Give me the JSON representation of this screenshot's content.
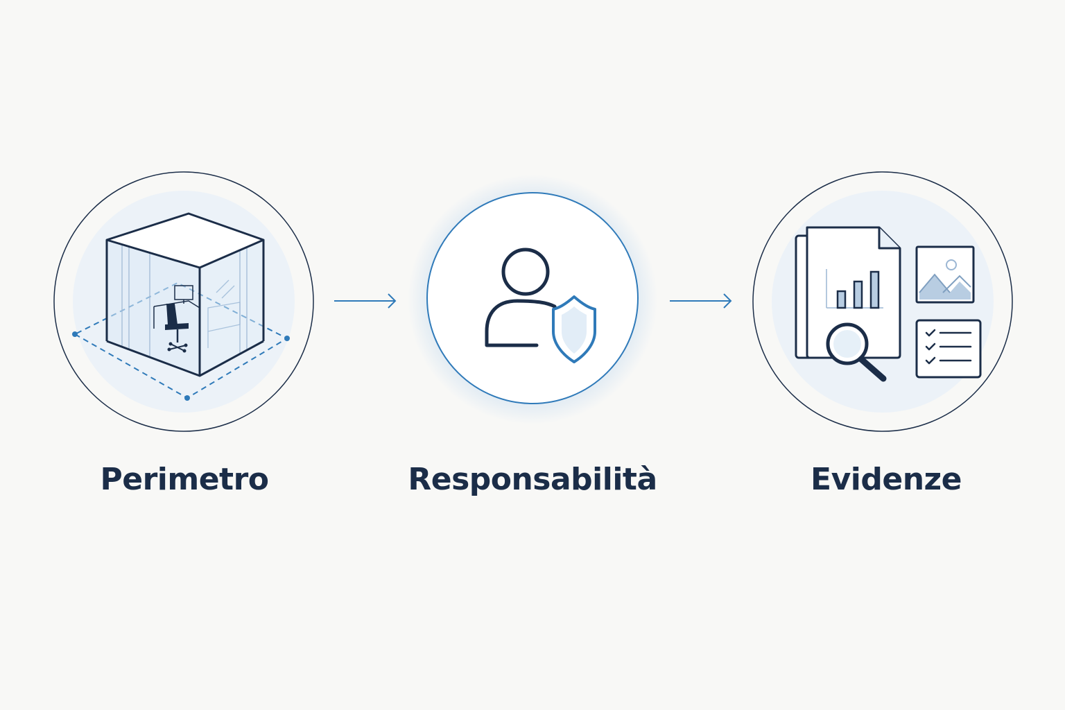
{
  "steps": [
    {
      "label": "Perimetro",
      "icon": "workspace-cube-icon"
    },
    {
      "label": "Responsabilità",
      "icon": "user-shield-icon"
    },
    {
      "label": "Evidenze",
      "icon": "evidence-documents-icon"
    }
  ],
  "colors": {
    "background": "#f8f8f6",
    "navy": "#1b2d48",
    "blue": "#2f7ab9",
    "light_blue": "#e8f0f8"
  }
}
